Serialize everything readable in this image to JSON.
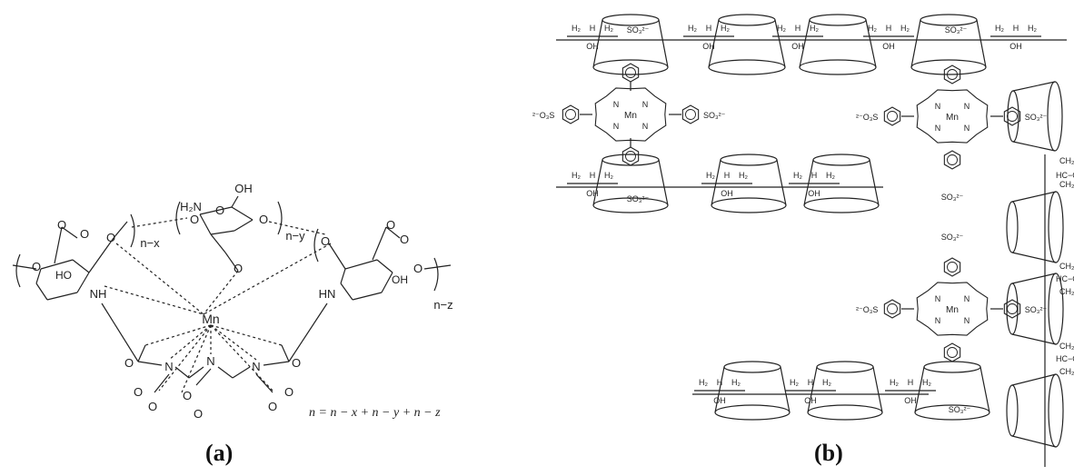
{
  "panel_a": {
    "label": "(a)",
    "center_atom": "Mn",
    "equation": "n = n − x + n − y + n − z",
    "repeat_subscripts": [
      "n−x",
      "n−y",
      "n−z"
    ],
    "labels": {
      "nh_left": "NH",
      "hn_right": "HN",
      "ho_left": "HO",
      "oh_right": "OH",
      "oh_top": "OH",
      "h2n_top": "H₂N",
      "n_atoms": [
        "N",
        "N",
        "N"
      ],
      "o_atoms": [
        "O",
        "O",
        "O",
        "O",
        "O",
        "O",
        "O",
        "O",
        "O",
        "O",
        "O"
      ]
    }
  },
  "panel_b": {
    "label": "(b)",
    "porphyrin_metal": "Mn",
    "sulfonate": "SO₃²⁻",
    "sulfonate_left": "²⁻O₃S",
    "linker_groups": [
      "H₂",
      "C",
      "H",
      "OH",
      "CH₂",
      "HC−OH"
    ],
    "porphyrin_n": "N"
  }
}
